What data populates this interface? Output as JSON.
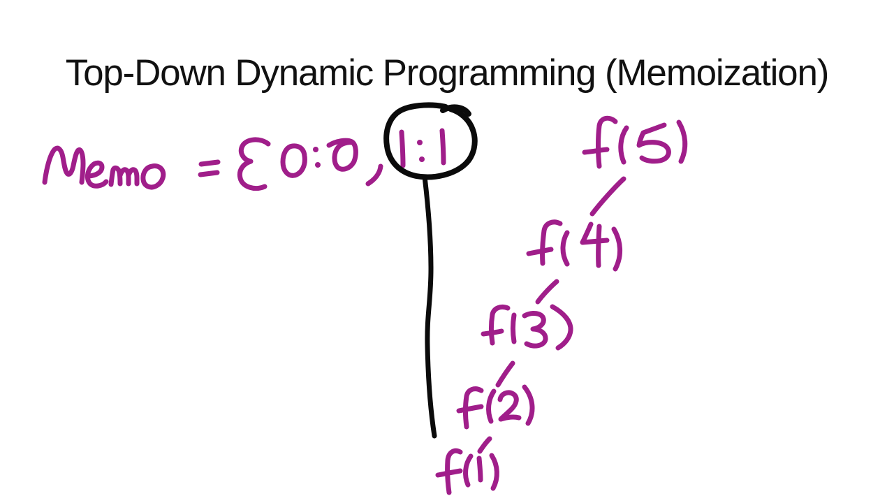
{
  "title": "Top-Down Dynamic Programming (Memoization)",
  "colors": {
    "background": "#ffffff",
    "title_text": "#111111",
    "marker_magenta": "#a01e8a",
    "marker_black": "#0b0b0b"
  },
  "memo": {
    "full_text": "Memo = {0:0, 1:1",
    "label": "Memo",
    "equals_sign": "=",
    "open_brace": "{",
    "entries": [
      {
        "key": "0",
        "value": "0"
      },
      {
        "key": "1",
        "value": "1"
      }
    ],
    "separator": ",",
    "circled_entry": "1:1"
  },
  "call_chain": {
    "nodes": [
      "f(5)",
      "f(4)",
      "f(3)",
      "f(2)",
      "f(1)"
    ],
    "edge_glyph": "/"
  }
}
